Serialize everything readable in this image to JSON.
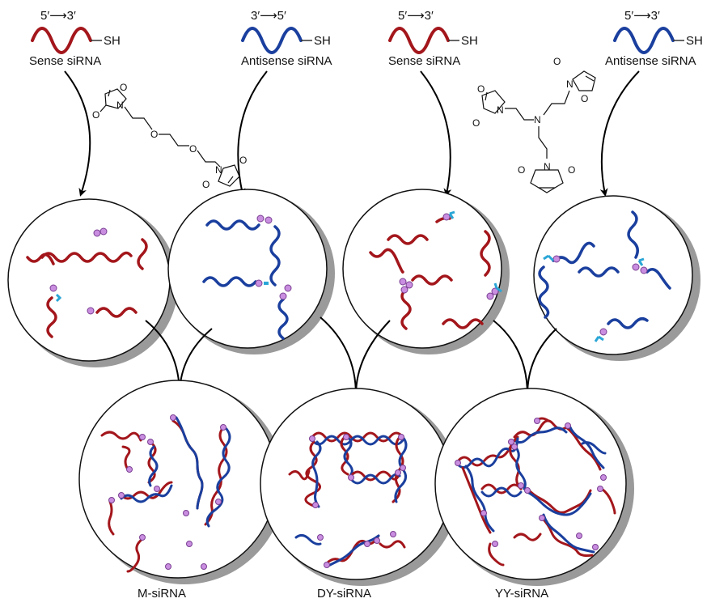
{
  "colors": {
    "sense": "#a3161b",
    "antisense": "#1a3f9e",
    "linker": "#c98ee0",
    "linker_edge": "#7a3f92",
    "maleimide_end": "#2aa6d6",
    "circle_shadow": "#9a9a9a",
    "arrow": "#000000"
  },
  "strands": [
    {
      "id": "sense-1",
      "direction": "5′⟶3′",
      "label": "Sense siRNA",
      "thiol": "SH",
      "color_key": "sense"
    },
    {
      "id": "antisense-1",
      "direction": "3′⟶5′",
      "label": "Antisense siRNA",
      "thiol": "SH",
      "color_key": "antisense"
    },
    {
      "id": "sense-2",
      "direction": "5′⟶3′",
      "label": "Sense siRNA",
      "thiol": "SH",
      "color_key": "sense"
    },
    {
      "id": "antisense-2",
      "direction": "5′⟶3′",
      "label": "Antisense siRNA",
      "thiol": "SH",
      "color_key": "antisense"
    }
  ],
  "linkers": {
    "bis_maleimide": {
      "atoms": {
        "O": "O",
        "N": "N"
      }
    },
    "tris_maleimide": {
      "atoms": {
        "O": "O",
        "N": "N"
      }
    }
  },
  "products": [
    {
      "id": "m-sirna",
      "label": "M-siRNA"
    },
    {
      "id": "dy-sirna",
      "label": "DY-siRNA"
    },
    {
      "id": "yy-sirna",
      "label": "YY-siRNA"
    }
  ]
}
